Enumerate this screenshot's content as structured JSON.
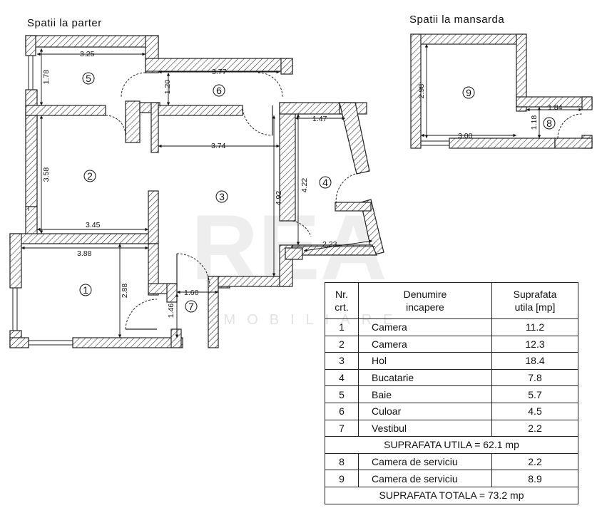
{
  "titles": {
    "parter": "Spatii la parter",
    "mansarda": "Spatii la mansarda"
  },
  "rooms": [
    "1",
    "2",
    "3",
    "4",
    "5",
    "6",
    "7",
    "8",
    "9"
  ],
  "dimensions": {
    "d_325": "3.25",
    "d_377": "3.77",
    "d_178": "1.78",
    "d_120": "1.20",
    "d_374": "3.74",
    "d_147": "1.47",
    "d_358": "3.58",
    "d_422": "4.22",
    "d_492": "4.92",
    "d_345": "3.45",
    "d_223": "2.23",
    "d_388": "3.88",
    "d_288": "2.88",
    "d_160": "1.60",
    "d_146": "1.46",
    "d_298": "2.98",
    "d_184": "1.84",
    "d_118": "1.18",
    "d_300": "3.00"
  },
  "watermark": {
    "logo": "REA",
    "sub": "IMOBILIARE"
  },
  "table": {
    "headers": {
      "nr": "Nr.\ncrt.",
      "name": "Denumire\nincapere",
      "area": "Suprafata\nutila [mp]"
    },
    "rows": [
      {
        "nr": "1",
        "name": "Camera",
        "area": "11.2"
      },
      {
        "nr": "2",
        "name": "Camera",
        "area": "12.3"
      },
      {
        "nr": "3",
        "name": "Hol",
        "area": "18.4"
      },
      {
        "nr": "4",
        "name": "Bucatarie",
        "area": "7.8"
      },
      {
        "nr": "5",
        "name": "Baie",
        "area": "5.7"
      },
      {
        "nr": "6",
        "name": "Culoar",
        "area": "4.5"
      },
      {
        "nr": "7",
        "name": "Vestibul",
        "area": "2.2"
      }
    ],
    "subtotal": "SUPRAFATA UTILA = 62.1 mp",
    "rows_mansarda": [
      {
        "nr": "8",
        "name": "Camera de serviciu",
        "area": "2.2"
      },
      {
        "nr": "9",
        "name": "Camera de serviciu",
        "area": "8.9"
      }
    ],
    "total": "SUPRAFATA TOTALA = 73.2 mp"
  }
}
